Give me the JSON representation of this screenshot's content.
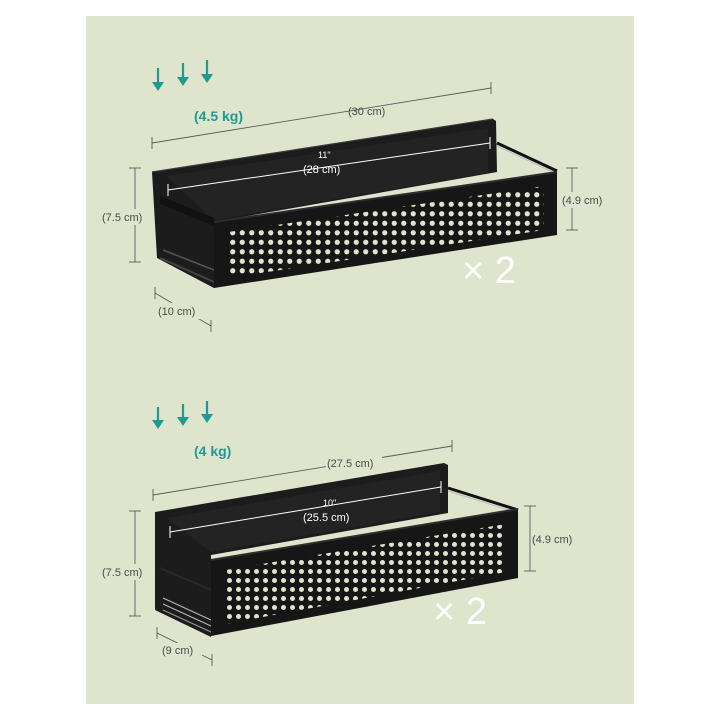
{
  "shelves": [
    {
      "load": "(4.5 kg)",
      "width_outer": "(30 cm)",
      "width_inner_in": "11\"",
      "width_inner_cm": "(28 cm)",
      "height": "(7.5 cm)",
      "depth": "(10 cm)",
      "front_height": "(4.9 cm)",
      "quantity": "× 2"
    },
    {
      "load": "(4 kg)",
      "width_outer": "(27.5 cm)",
      "width_inner_in": "10\"",
      "width_inner_cm": "(25.5 cm)",
      "height": "(7.5 cm)",
      "depth": "(9 cm)",
      "front_height": "(4.9 cm)",
      "quantity": "× 2"
    }
  ],
  "colors": {
    "background": "#dfe4cd",
    "shelf": "#1c1c1c",
    "accent": "#1f9a93"
  },
  "icons": [
    "down-arrow-icon",
    "down-arrow-icon",
    "down-arrow-icon"
  ]
}
